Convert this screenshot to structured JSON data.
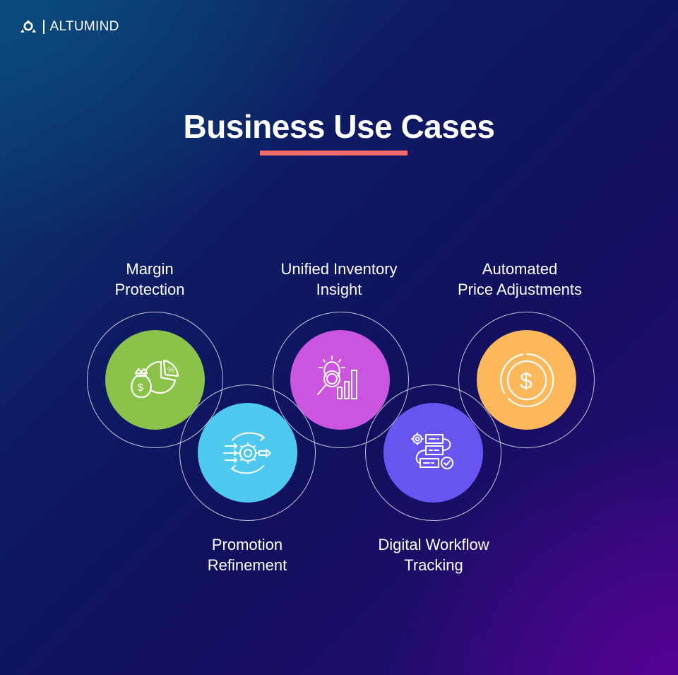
{
  "brand": {
    "name": "ALTUMIND",
    "logo_icon": "altumind-logo-icon"
  },
  "header": {
    "title": "Business Use Cases",
    "underline_color": "#f26a6a"
  },
  "use_cases": [
    {
      "line1": "Margin",
      "line2": "Protection",
      "icon": "money-bag-pie-chart-icon",
      "color": "#8bc34a"
    },
    {
      "line1": "Promotion",
      "line2": "Refinement",
      "icon": "gear-process-arrows-icon",
      "color": "#4fc9f0"
    },
    {
      "line1": "Unified Inventory",
      "line2": "Insight",
      "icon": "lightbulb-magnifier-bar-chart-icon",
      "color": "#cc55e0"
    },
    {
      "line1": "Digital Workflow",
      "line2": "Tracking",
      "icon": "workflow-steps-check-icon",
      "color": "#6655f0"
    },
    {
      "line1": "Automated",
      "line2": "Price Adjustments",
      "icon": "dollar-coin-icon",
      "color": "#fcb85a"
    }
  ]
}
